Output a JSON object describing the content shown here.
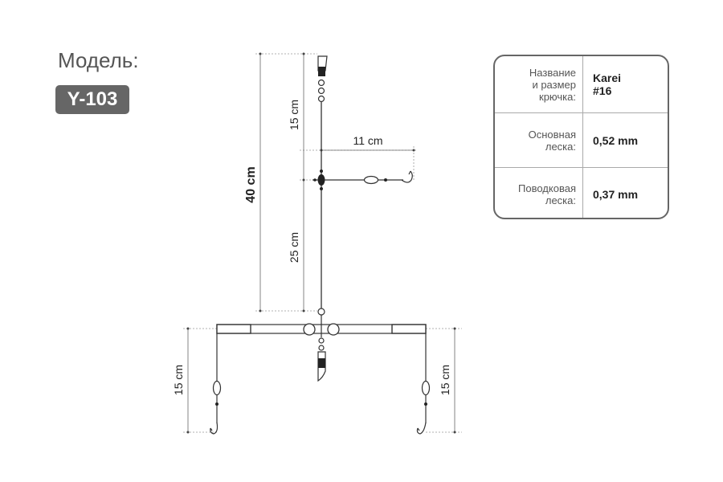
{
  "model": {
    "label": "Модель:",
    "code": "Y-103"
  },
  "specs": [
    {
      "label": "Название\nи размер\nкрючка:",
      "value": "Karei\n#16"
    },
    {
      "label": "Основная\nлеска:",
      "value": "0,52 mm"
    },
    {
      "label": "Поводковая\nлеска:",
      "value": "0,37 mm"
    }
  ],
  "dimensions": {
    "total": "40 cm",
    "upper": "15 cm",
    "lower": "25 cm",
    "branch": "11 cm",
    "left_leader": "15 cm",
    "right_leader": "15 cm"
  }
}
